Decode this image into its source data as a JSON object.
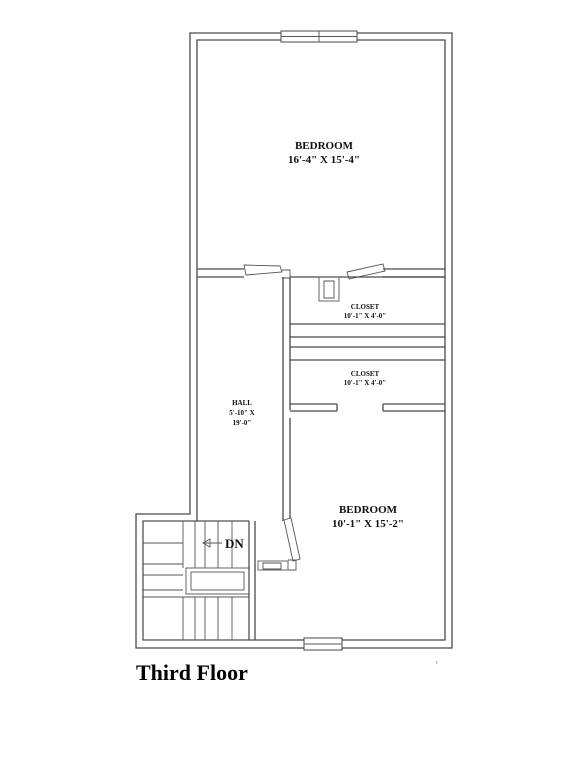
{
  "plan": {
    "bedroom_top": {
      "name": "BEDROOM",
      "size": "16'-4\" X 15'-4\""
    },
    "closet_upper": {
      "name": "CLOSET",
      "size": "10'-1\" X 4'-0\""
    },
    "closet_lower": {
      "name": "CLOSET",
      "size": "10'-1\" X 4'-0\""
    },
    "hall": {
      "name": "HALL",
      "size_line1": "5'-10\" X",
      "size_line2": "19'-0\""
    },
    "bedroom_bottom": {
      "name": "BEDROOM",
      "size": "10'-1\" X 15'-2\""
    },
    "stair_label": "DN",
    "stair_arrow_icon": "left-arrow-icon"
  },
  "caption": {
    "title": "Third Floor",
    "mark": "'"
  }
}
